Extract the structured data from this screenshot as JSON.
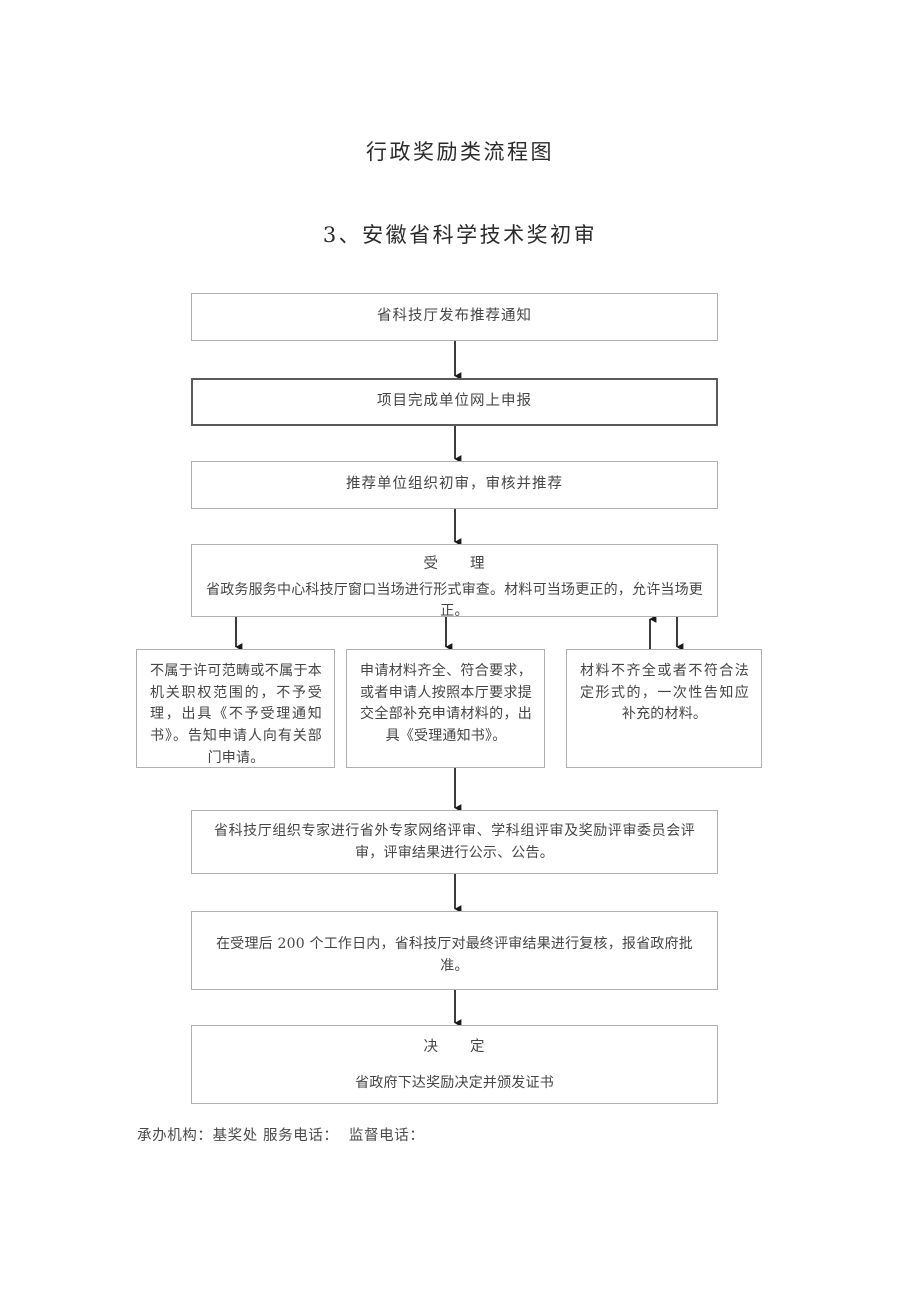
{
  "document": {
    "title": "行政奖励类流程图",
    "subtitle": "3、安徽省科学技术奖初审"
  },
  "flow": {
    "nodes": [
      {
        "id": "notice",
        "name": "publish-recommendation-notice",
        "text": "省科技厅发布推荐通知",
        "emphasis": false
      },
      {
        "id": "declare",
        "name": "online-declaration",
        "text": "项目完成单位网上申报",
        "emphasis": true
      },
      {
        "id": "prelim",
        "name": "recommending-unit-preliminary-review",
        "text": "推荐单位组织初审，审核并推荐",
        "emphasis": false
      },
      {
        "id": "accept",
        "name": "acceptance",
        "title": "受　　理",
        "text": "省政务服务中心科技厅窗口当场进行形式审查。材料可当场更正的，允许当场更正。",
        "emphasis": false
      },
      {
        "id": "branch-left",
        "name": "not-accepted",
        "text": "不属于许可范畴或不属于本机关职权范围的，不予受理，出具《不予受理通知书》。告知申请人向有关部门申请。",
        "emphasis": false
      },
      {
        "id": "branch-mid",
        "name": "accepted",
        "text": "申请材料齐全、符合要求，或者申请人按照本厅要求提交全部补充申请材料的，出具《受理通知书》。",
        "emphasis": false
      },
      {
        "id": "branch-right",
        "name": "supplement-required",
        "text": "材料不齐全或者不符合法定形式的，一次性告知应补充的材料。",
        "emphasis": false
      },
      {
        "id": "review",
        "name": "expert-review",
        "text": "省科技厅组织专家进行省外专家网络评审、学科组评审及奖励评审委员会评审，评审结果进行公示、公告。",
        "emphasis": false
      },
      {
        "id": "recheck",
        "name": "final-recheck",
        "text": "在受理后 200 个工作日内，省科技厅对最终评审结果进行复核，报省政府批准。",
        "emphasis": false
      },
      {
        "id": "decision",
        "name": "decision",
        "title": "决　　定",
        "text": "省政府下达奖励决定并颁发证书",
        "emphasis": false
      }
    ],
    "working_days": "200"
  },
  "footer": {
    "text": "承办机构：基奖处 服务电话：  监督电话："
  },
  "style": {
    "border_color": "#b0b0b0",
    "emphasis_border_color": "#5a5a5a",
    "text_color": "#454545",
    "arrow_color": "#1a1a1a",
    "background": "#ffffff"
  }
}
